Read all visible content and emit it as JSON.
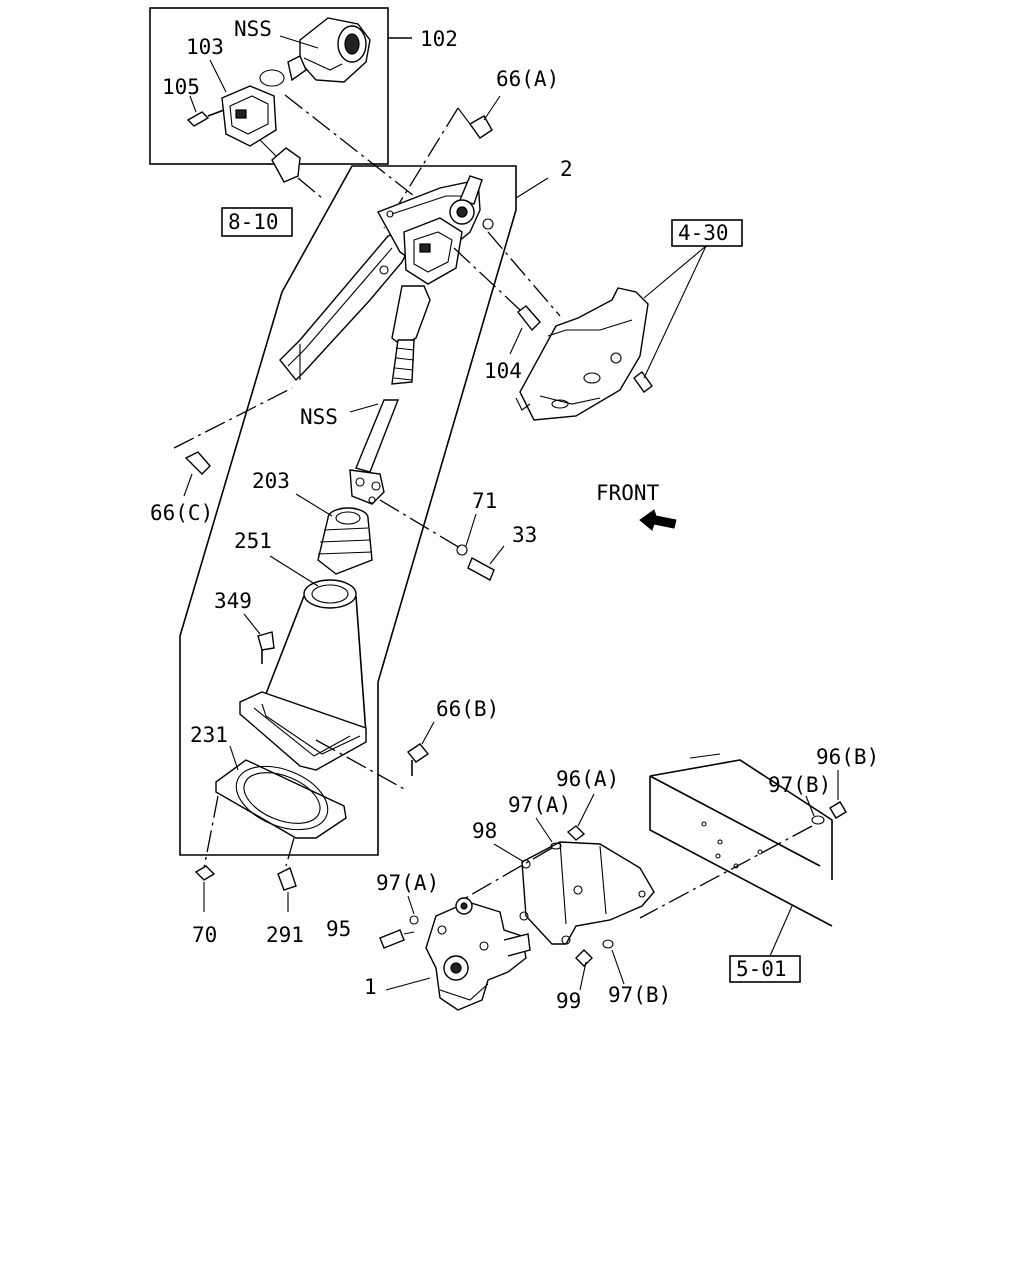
{
  "labels": {
    "l102": "102",
    "l103": "103",
    "l105": "105",
    "lnss_top": "NSS",
    "l66a": "66(A)",
    "l2": "2",
    "l810": "8-10",
    "l430": "4-30",
    "l104": "104",
    "lnss_mid": "NSS",
    "l66c": "66(C)",
    "l203": "203",
    "l71": "71",
    "l33": "33",
    "lfront": "FRONT",
    "l251": "251",
    "l349": "349",
    "l66b": "66(B)",
    "l231": "231",
    "l70": "70",
    "l291": "291",
    "l96a": "96(A)",
    "l97a_top": "97(A)",
    "l98": "98",
    "l97a_left": "97(A)",
    "l95": "95",
    "l1": "1",
    "l99": "99",
    "l97b_bot": "97(B)",
    "l96b": "96(B)",
    "l97b_top": "97(B)",
    "l501": "5-01"
  }
}
